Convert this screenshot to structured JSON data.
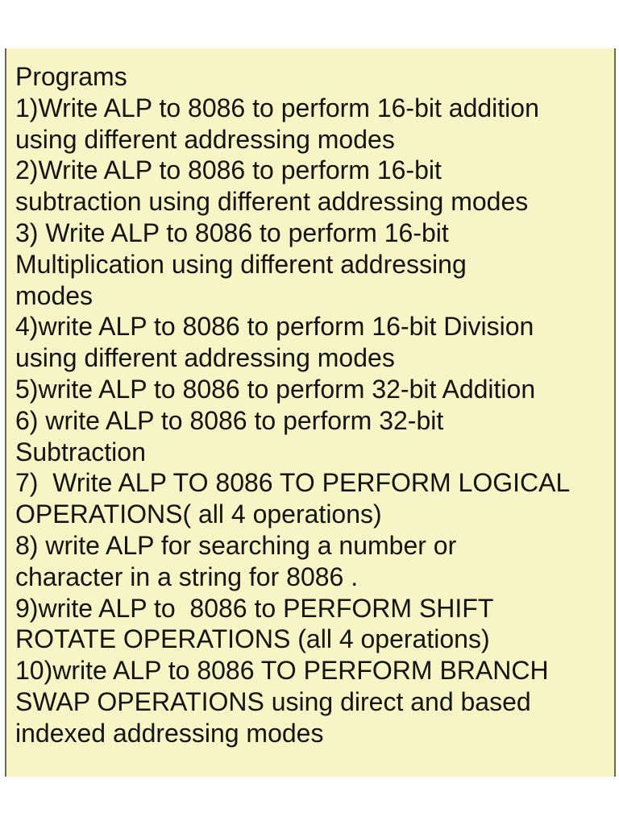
{
  "note": {
    "background": "#f7f4c6",
    "lines": [
      "Programs",
      "1)Write ALP to 8086 to perform 16-bit addition",
      "using different addressing modes",
      "2)Write ALP to 8086 to perform 16-bit",
      "subtraction using different addressing modes",
      "3) Write ALP to 8086 to perform 16-bit",
      "Multiplication using different addressing",
      "modes",
      "4)write ALP to 8086 to perform 16-bit Division",
      "using different addressing modes",
      "5)write ALP to 8086 to perform 32-bit Addition",
      "6) write ALP to 8086 to perform 32-bit",
      "Subtraction",
      "7)  Write ALP TO 8086 TO PERFORM LOGICAL",
      "OPERATIONS( all 4 operations)",
      "8) write ALP for searching a number or",
      "character in a string for 8086 .",
      "9)write ALP to  8086 to PERFORM SHIFT",
      "ROTATE OPERATIONS (all 4 operations)",
      "10)write ALP to 8086 TO PERFORM BRANCH",
      "SWAP OPERATIONS using direct and based",
      "indexed addressing modes"
    ]
  }
}
